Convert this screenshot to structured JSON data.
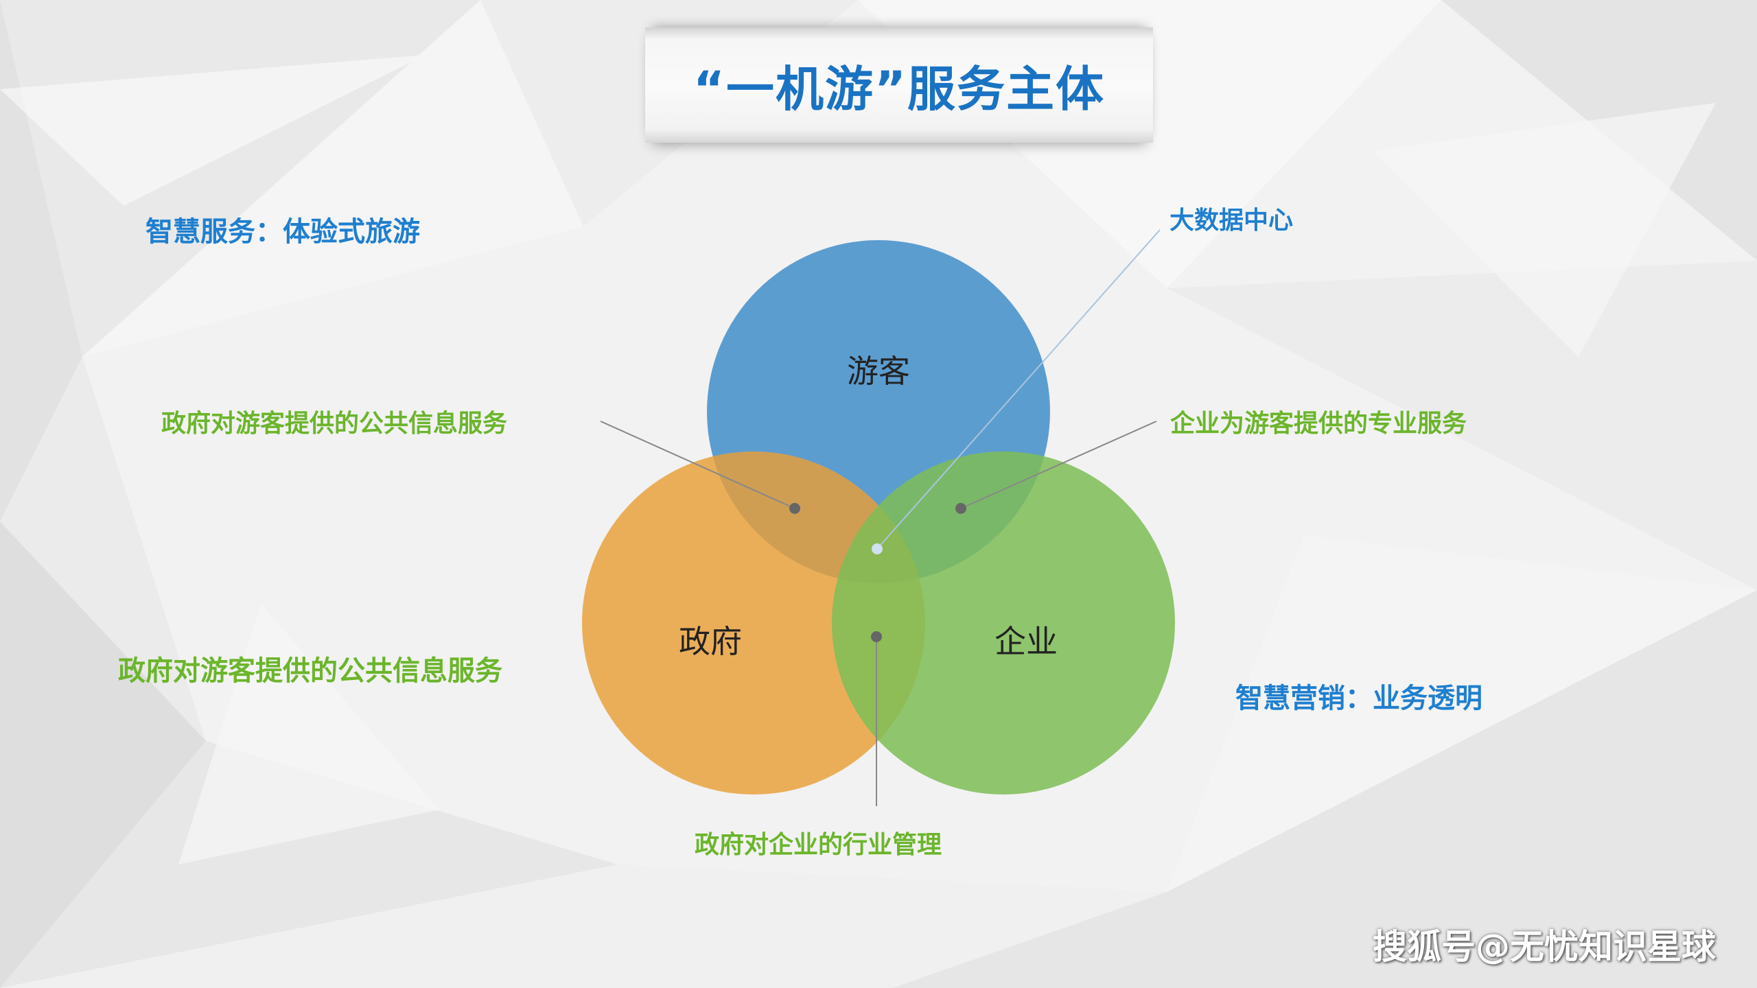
{
  "title": "“一机游”服务主体",
  "circles": {
    "top": "游客",
    "left": "政府",
    "right": "企业"
  },
  "labels": {
    "smart_service": "智慧服务：体验式旅游",
    "big_data": "大数据中心",
    "gov_to_tourist_top": "政府对游客提供的公共信息服务",
    "ent_to_tourist": "企业为游客提供的专业服务",
    "gov_to_tourist_bottom": "政府对游客提供的公共信息服务",
    "smart_marketing": "智慧营销：业务透明",
    "gov_to_ent": "政府对企业的行业管理"
  },
  "watermark": "搜狐号@无忧知识星球",
  "colors": {
    "title": "#1a73c2",
    "blue_text": "#1f7fcf",
    "green_text": "#6bb52b",
    "circle_top": "#4b9ad6",
    "circle_left": "#f5a83b",
    "circle_right": "#85c85a"
  }
}
